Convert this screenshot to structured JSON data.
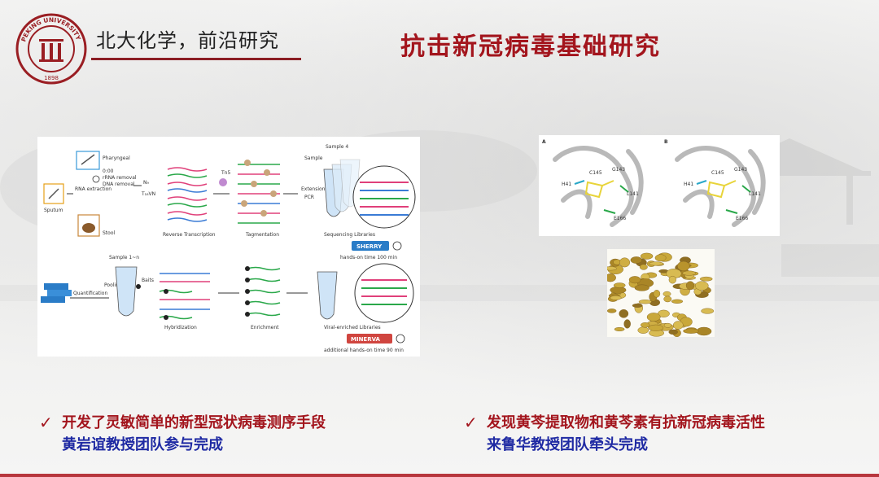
{
  "header": {
    "logo_text": "PEKING UNIVERSITY",
    "logo_year": "1898",
    "subtitle": "北大化学，前沿研究",
    "title": "抗击新冠病毒基础研究"
  },
  "figure_left": {
    "labels": {
      "pharyngeal": "Pharyngeal",
      "time": "0:00",
      "rrna": "rRNA removal",
      "dna": "DNA removal",
      "rna_extraction": "RNA extraction",
      "sputum": "Sputum",
      "stool": "Stool",
      "nn": "N₉",
      "ttvn": "T₁₈VN",
      "reverse_transcription": "Reverse Transcription",
      "tn5": "Tn5",
      "tagmentation": "Tagmentation",
      "sample": "Sample",
      "sample4": "Sample 4",
      "extension": "Extension",
      "pcr": "PCR",
      "seq_libraries": "Sequencing Libraries",
      "sherry": "SHERRY",
      "hands_on_100": "hands-on time 100 min",
      "sample_1n": "Sample 1~n",
      "quantification": "Quantification",
      "pooling": "Pooling",
      "baits": "Baits",
      "hybridization": "Hybridization",
      "enrichment": "Enrichment",
      "viral_libraries": "Viral-enriched Libraries",
      "minerva": "MINERVA",
      "hands_on_90": "additional hands-on time 90 min"
    }
  },
  "figure_protein": {
    "panels": [
      "A",
      "B"
    ],
    "residues": [
      "C145",
      "G143",
      "H41",
      "L141",
      "E166"
    ]
  },
  "bullets": [
    {
      "check": "✓",
      "line1": "开发了灵敏简单的新型冠状病毒测序手段",
      "line2": "黄岩谊教授团队参与完成"
    },
    {
      "check": "✓",
      "line1": "发现黄芩提取物和黄芩素有抗新冠病毒活性",
      "line2": "来鲁华教授团队牵头完成"
    }
  ],
  "colors": {
    "accent_red": "#a3151d",
    "blue": "#1f2aa3"
  }
}
